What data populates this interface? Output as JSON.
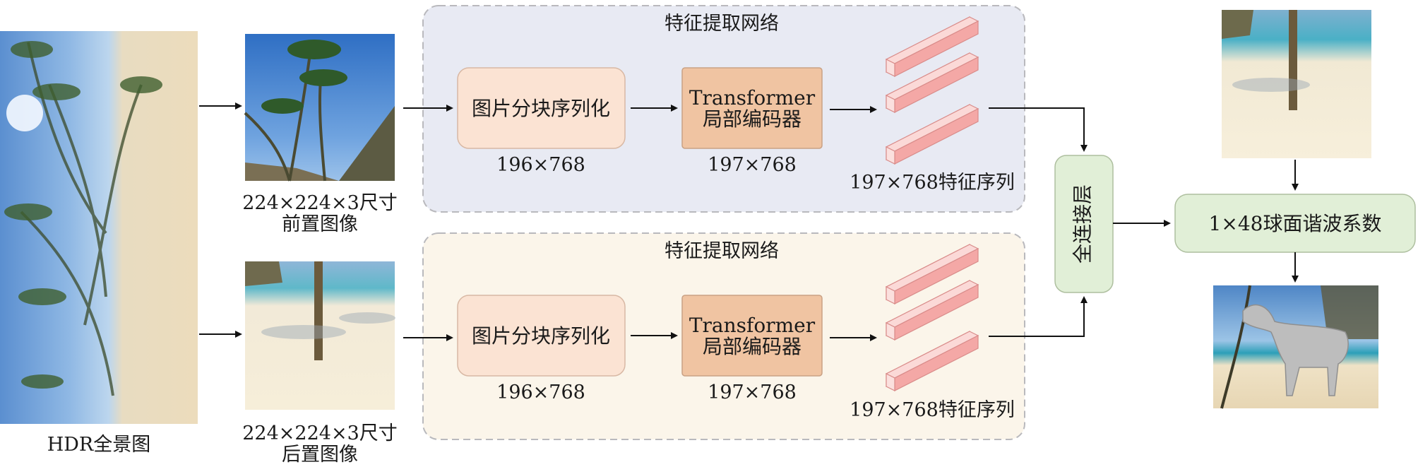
{
  "input": {
    "panorama_caption": "HDR全景图",
    "front_caption_line1": "224×224×3尺寸",
    "front_caption_line2": "前置图像",
    "back_caption_line1": "224×224×3尺寸",
    "back_caption_line2": "后置图像"
  },
  "branches": [
    {
      "title": "特征提取网络",
      "patch_box": "图片分块序列化",
      "patch_dim": "196×768",
      "encoder_line1": "Transformer",
      "encoder_line2": "局部编码器",
      "encoder_dim": "197×768",
      "sequence_label": "197×768特征序列"
    },
    {
      "title": "特征提取网络",
      "patch_box": "图片分块序列化",
      "patch_dim": "196×768",
      "encoder_line1": "Transformer",
      "encoder_line2": "局部编码器",
      "encoder_dim": "197×768",
      "sequence_label": "197×768特征序列"
    }
  ],
  "fc_layer": "全连接层",
  "output_box": "1×48球面谐波系数",
  "colors": {
    "panel_top": "#e8eaf3",
    "panel_bottom": "#fbf5ea",
    "patch_box": "#fbe3d3",
    "encoder_box": "#f0c4a2",
    "fc_box": "#e1efd7",
    "output_box": "#e1efd7",
    "feature_bar": "#f4a8a6"
  }
}
